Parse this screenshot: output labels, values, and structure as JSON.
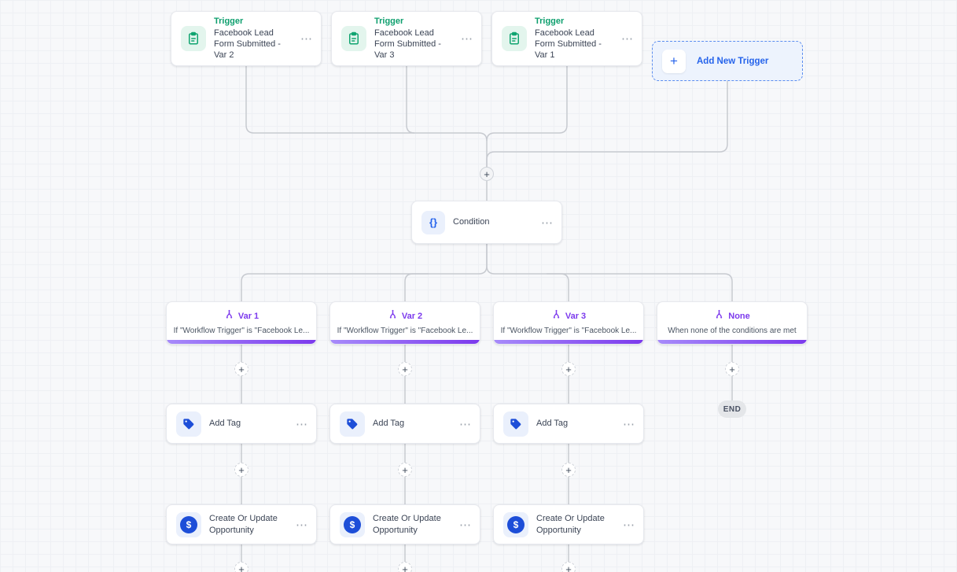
{
  "colors": {
    "green_accent": "#0e9f6e",
    "blue_accent": "#2563eb",
    "purple_accent": "#7c3aed",
    "wire_gray": "#c7cad0",
    "canvas_bg": "#f7f8fa"
  },
  "icons": {
    "trigger": "clipboard-icon",
    "condition": "curly-braces-icon",
    "branch": "split-path-icon",
    "add_tag": "tag-icon",
    "opportunity": "dollar-icon",
    "menu": "ellipsis-icon",
    "plus": "plus-icon"
  },
  "plus": "+",
  "menu_dots": "⋯",
  "triggers": [
    {
      "label": "Trigger",
      "title": "Facebook Lead Form Submitted - Var 2"
    },
    {
      "label": "Trigger",
      "title": "Facebook Lead Form Submitted - Var 3"
    },
    {
      "label": "Trigger",
      "title": "Facebook Lead Form Submitted - Var 1"
    }
  ],
  "add_new_trigger": {
    "label": "Add New Trigger",
    "plus": "+"
  },
  "condition": {
    "label": "Condition",
    "icon_text": "{}"
  },
  "branches": [
    {
      "label": "Var 1",
      "subtitle": "If \"Workflow Trigger\" is \"Facebook Le..."
    },
    {
      "label": "Var 2",
      "subtitle": "If \"Workflow Trigger\" is \"Facebook Le..."
    },
    {
      "label": "Var 3",
      "subtitle": "If \"Workflow Trigger\" is \"Facebook Le..."
    },
    {
      "label": "None",
      "subtitle": "When none of the conditions are met"
    }
  ],
  "actions": {
    "add_tag": {
      "label": "Add Tag"
    },
    "create_opportunity": {
      "label": "Create Or Update Opportunity"
    }
  },
  "end_badge": "END"
}
